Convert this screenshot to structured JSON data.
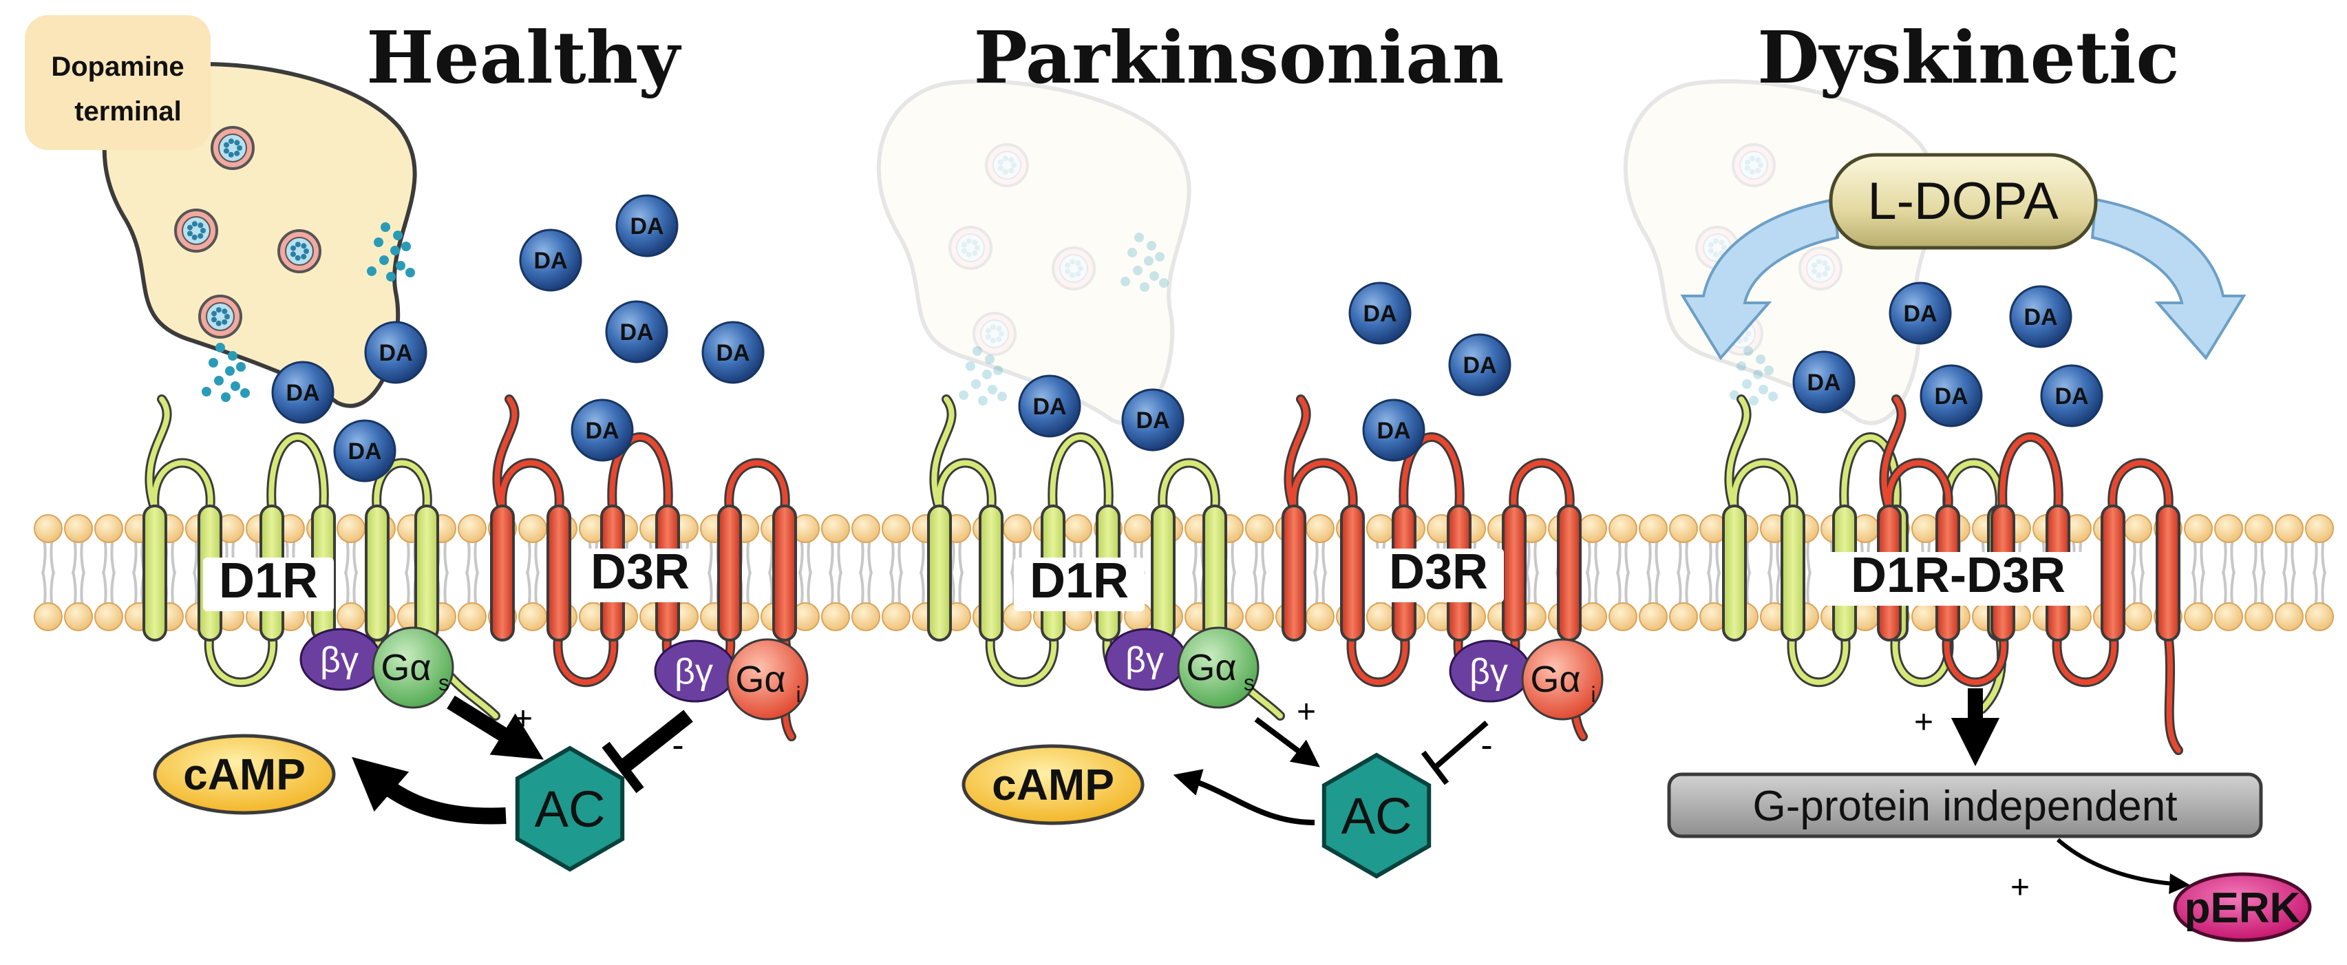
{
  "panels": {
    "healthy": "Healthy",
    "parkinsonian": "Parkinsonian",
    "dyskinetic": "Dyskinetic"
  },
  "dopamine_terminal": "Dopamine\nterminal",
  "da_label": "DA",
  "receptors": {
    "d1r": "D1R",
    "d3r": "D3R",
    "heteromer": "D1R-D3R"
  },
  "gproteins": {
    "beta_gamma": "βγ",
    "g_alpha": "Gα",
    "sub_s": "s",
    "sub_i": "i"
  },
  "effectors": {
    "ac": "AC",
    "camp": "cAMP",
    "gprotein_independent": "G-protein independent",
    "perk": "pERK"
  },
  "drug": "L-DOPA",
  "signs": {
    "plus": "+",
    "minus": "-"
  },
  "colors": {
    "d1r_green": "#d6e877",
    "d3r_red": "#e8472f",
    "membrane_head": "#f6d9a3",
    "terminal_fill": "#fbedc3",
    "da_blue": "#3d6fb6",
    "ac_teal": "#1f9a8e",
    "camp_yellow": "#f7c53c",
    "beta_gamma_purple": "#6b3fa0",
    "galpha_s_green": "#7ac47a",
    "galpha_i_red": "#f0684e",
    "perk_magenta": "#d61c7c",
    "ldopa_pill": "#ece5b8",
    "arrow_lightblue": "#b9daf2",
    "gprotein_box_gray": "#a8a8a8"
  }
}
